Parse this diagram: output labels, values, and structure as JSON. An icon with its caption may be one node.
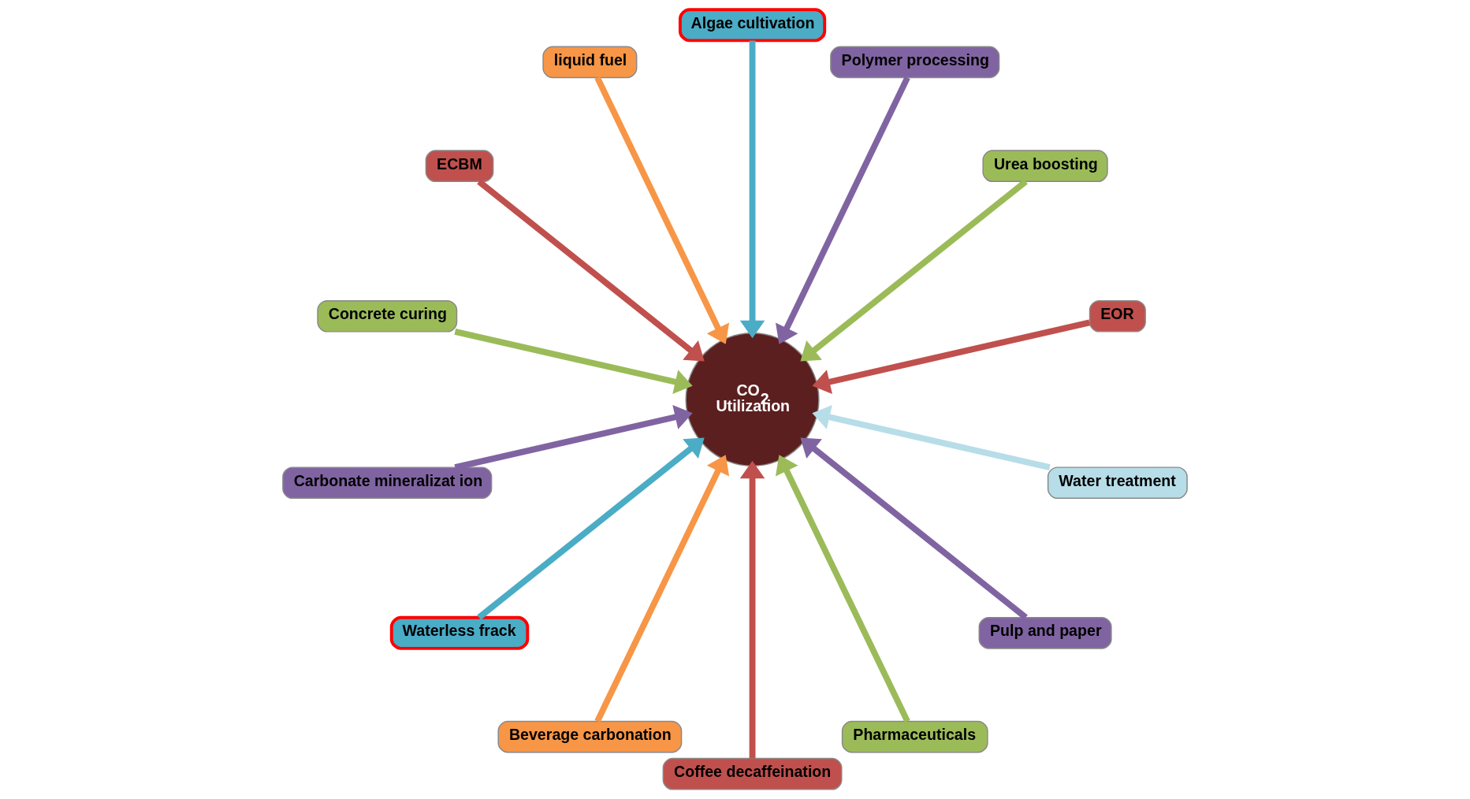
{
  "diagram": {
    "nodes": [
      {
        "text": [
          "EOR"
        ]
      },
      {
        "text": [
          "Urea boosting"
        ]
      },
      {
        "text": [
          "Polymer processing"
        ]
      },
      {
        "text": [
          "Algae cultivation"
        ]
      },
      {
        "text": [
          "liquid fuel"
        ]
      },
      {
        "text": [
          "ECBM"
        ]
      },
      {
        "text": [
          "Concrete curing"
        ]
      },
      {
        "text": [
          "Carbonate mineralizat ion"
        ]
      },
      {
        "text": [
          "Waterless frack"
        ]
      },
      {
        "text": [
          "Beverage carbonation"
        ]
      },
      {
        "text": [
          "Coffee decaffeination"
        ]
      },
      {
        "text": [
          "Pharmaceuticals"
        ]
      },
      {
        "text": [
          "Pulp and paper"
        ]
      },
      {
        "text": [
          "Water treatment"
        ]
      },
      {
        "text": [
          "CO$_{2}$",
          "Utilization"
        ]
      }
    ],
    "edges": [
      {
        "from": 0,
        "to": 14,
        "arrow": "to",
        "color": "#c0504d"
      },
      {
        "from": 1,
        "to": 14,
        "arrow": "to",
        "color": "#9bbb59"
      },
      {
        "from": 2,
        "to": 14,
        "arrow": "to",
        "color": "#8064a2"
      },
      {
        "from": 3,
        "to": 14,
        "arrow": "to",
        "color": "#4bacc6"
      },
      {
        "from": 4,
        "to": 14,
        "arrow": "to",
        "color": "#f79646"
      },
      {
        "from": 5,
        "to": 14,
        "arrow": "to",
        "color": "#c0504d"
      },
      {
        "from": 6,
        "to": 14,
        "arrow": "to",
        "color": "#9bbb59"
      },
      {
        "from": 7,
        "to": 14,
        "arrow": "to",
        "color": "#8064a2"
      },
      {
        "from": 8,
        "to": 14,
        "arrow": "to",
        "color": "#4bacc6"
      },
      {
        "from": 9,
        "to": 14,
        "arrow": "to",
        "color": "#f79646"
      },
      {
        "from": 10,
        "to": 14,
        "arrow": "to",
        "color": "#c0504d"
      },
      {
        "from": 11,
        "to": 14,
        "arrow": "to",
        "color": "#9bbb59"
      },
      {
        "from": 12,
        "to": 14,
        "arrow": "to",
        "color": "#8064a2"
      },
      {
        "from": 13,
        "to": 14,
        "arrow": "to",
        "color": "#b7dde8"
      }
    ]
  }
}
